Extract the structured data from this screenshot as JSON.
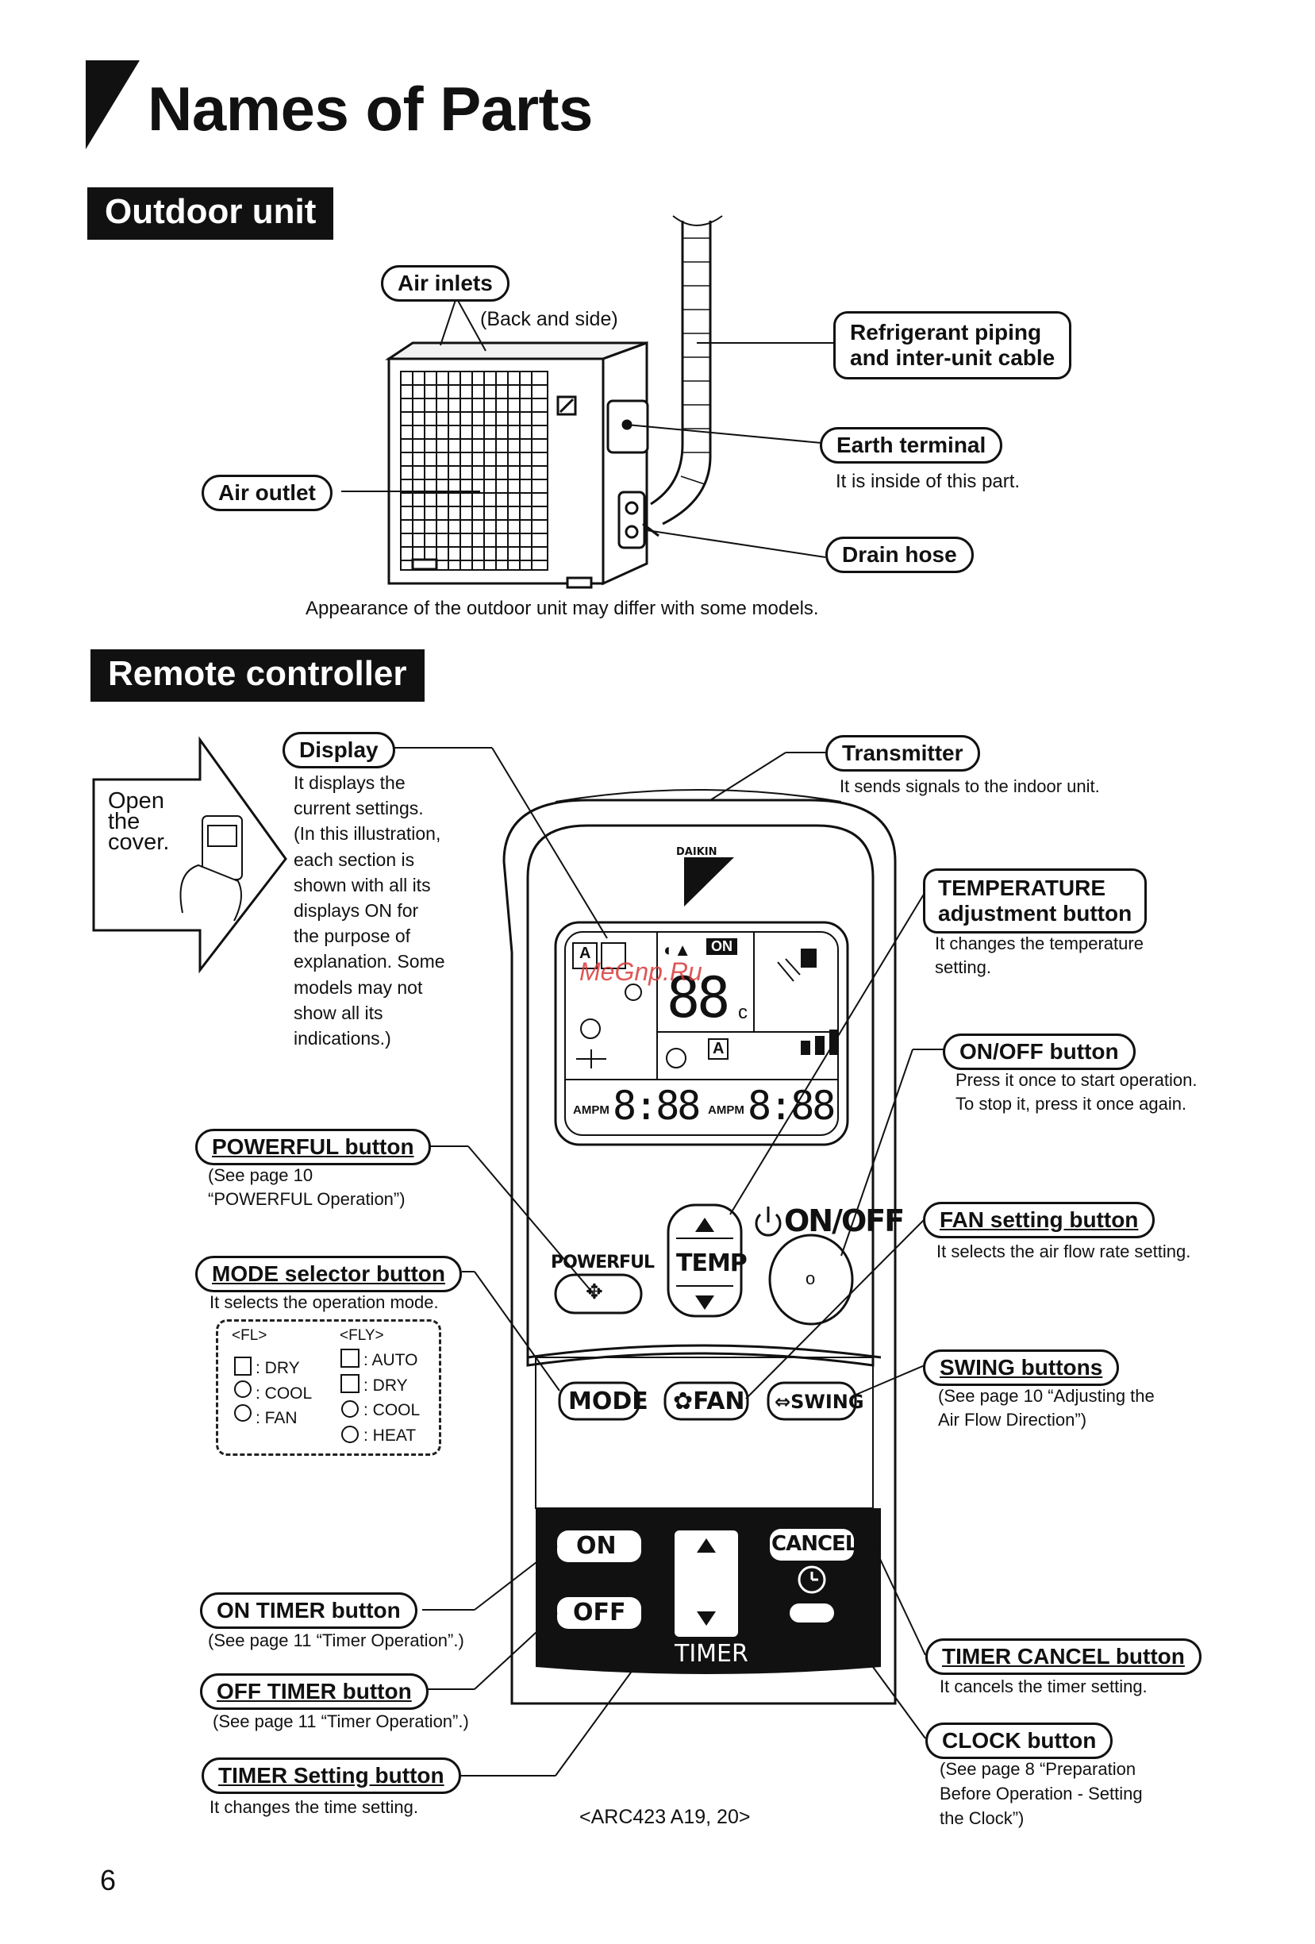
{
  "page": {
    "title": "Names of Parts",
    "page_number": "6",
    "model_note": "<ARC423 A19, 20>"
  },
  "outdoor": {
    "section_label": "Outdoor unit",
    "air_inlets": {
      "label": "Air inlets",
      "note": "(Back and side)"
    },
    "refrigerant": {
      "line1": "Refrigerant piping",
      "line2": "and inter-unit cable"
    },
    "earth_terminal": {
      "label": "Earth terminal",
      "note": "It is inside of this part."
    },
    "air_outlet": {
      "label": "Air outlet"
    },
    "drain_hose": {
      "label": "Drain hose"
    },
    "appearance_note": "Appearance of the outdoor unit may differ with some models."
  },
  "remote": {
    "section_label": "Remote controller",
    "open_cover": {
      "line1": "Open",
      "line2": "the",
      "line3": "cover."
    },
    "display": {
      "label": "Display",
      "desc": [
        "It displays the",
        "current settings.",
        "(In this illustration,",
        "each section is",
        "shown with all its",
        "displays ON for",
        "the purpose of",
        "explanation. Some",
        "models may not",
        "show all its",
        "indications.)"
      ]
    },
    "transmitter": {
      "label": "Transmitter",
      "desc": "It sends signals to the indoor unit."
    },
    "temperature": {
      "line1": "TEMPERATURE",
      "line2": "adjustment button",
      "desc1": "It changes the temperature",
      "desc2": "setting."
    },
    "onoff": {
      "label": "ON/OFF button",
      "desc1": "Press it once to start operation.",
      "desc2": "To stop it, press it once again."
    },
    "powerful": {
      "label": "POWERFUL button",
      "desc1": "(See page 10",
      "desc2": "“POWERFUL Operation”)"
    },
    "fan": {
      "label": "FAN setting button",
      "desc": "It selects the air flow rate setting."
    },
    "mode": {
      "label": "MODE selector button",
      "desc": "It selects the operation mode.",
      "fl_header": "<FL>",
      "fly_header": "<FLY>",
      "fl_items": [
        ": DRY",
        ": COOL",
        ": FAN"
      ],
      "fly_items": [
        ": AUTO",
        ": DRY",
        ": COOL",
        ": HEAT"
      ]
    },
    "swing": {
      "label": "SWING buttons",
      "desc1": "(See page 10 “Adjusting the",
      "desc2": "Air Flow Direction”)"
    },
    "on_timer": {
      "label": "ON TIMER button",
      "desc": "(See page 11 “Timer Operation”.)"
    },
    "off_timer": {
      "label": "OFF TIMER button",
      "desc": "(See page 11 “Timer Operation”.)"
    },
    "timer_setting": {
      "label": "TIMER Setting button",
      "desc": "It changes the time setting."
    },
    "timer_cancel": {
      "label": "TIMER CANCEL button",
      "desc": "It cancels the timer setting."
    },
    "clock": {
      "label": "CLOCK button",
      "desc1": "(See page 8 “Preparation",
      "desc2": "Before Operation - Setting",
      "desc3": "the Clock”)"
    },
    "device": {
      "brand": "DAIKIN",
      "on_badge": "ON",
      "temp_digits": "88",
      "temp_unit": "c",
      "a_symbol": "A",
      "time_left": "8:88",
      "time_right": "8:88",
      "ampm": "AMPM",
      "powerful_label": "POWERFUL",
      "temp_label": "TEMP",
      "onoff_label": "ON/OFF",
      "onoff_circle": "o",
      "mode_label": "MODE",
      "fan_label": "FAN",
      "swing_label": "SWING",
      "on_btn": "ON",
      "off_btn": "OFF",
      "cancel_btn": "CANCEL",
      "timer_label": "TIMER",
      "watermark": "MeGnp.Ru"
    }
  }
}
